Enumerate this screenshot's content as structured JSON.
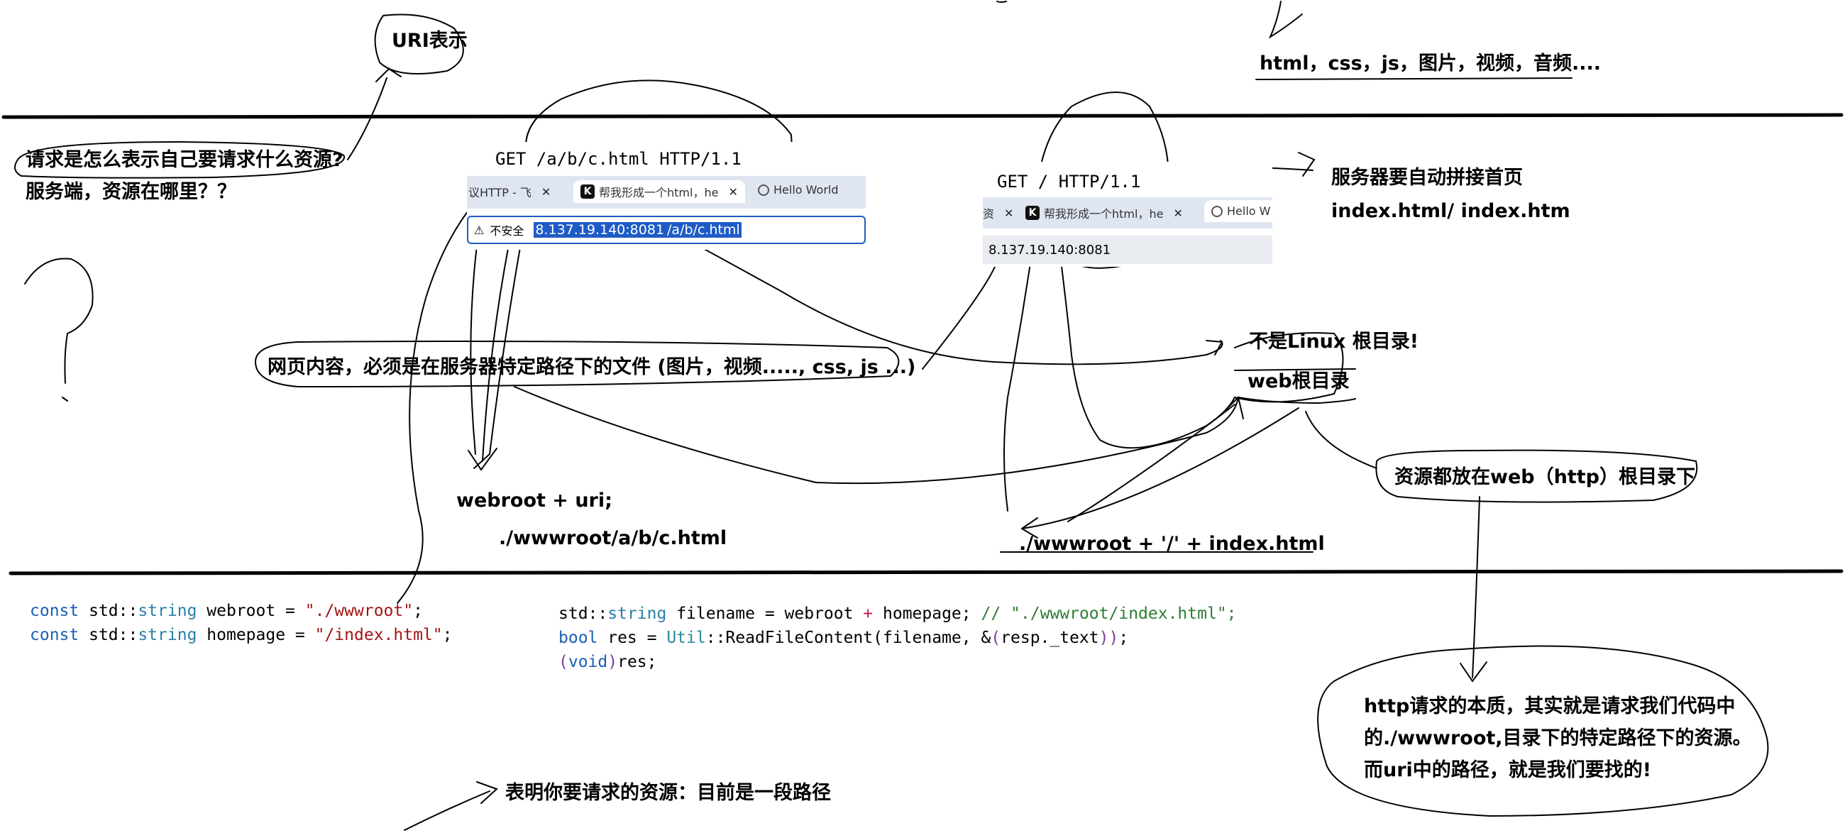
{
  "notes": {
    "uri": "URI表示",
    "question1": "请求是怎么表示自己要请求什么资源?",
    "question2": "服务端，资源在哪里？？",
    "types": "html，css，js，图片，视频，音频....",
    "webcontent": "网页内容，必须是在服务器特定路径下的文件 (图片，视频....., css, js ...)",
    "autojoin1": "服务器要自动拼接首页",
    "autojoin2": "index.html/ index.htm",
    "notlinux": "不是Linux 根目录!",
    "webroot": "web根目录",
    "resources": "资源都放在web（http）根目录下",
    "webroot_uri": "webroot + uri;",
    "path_abc": "./wwwroot/a/b/c.html",
    "path_index": "./wwwroot + '/' + index.html",
    "essence1": "http请求的本质，其实就是请求我们代码中",
    "essence2": "的./wwwroot,目录下的特定路径下的资源。",
    "essence3": "而uri中的路径，就是我们要找的!",
    "request_path": "表明你要请求的资源：目前是一段路径",
    "question_mark": "?"
  },
  "shot1": {
    "request_line": "GET /a/b/c.html HTTP/1.1",
    "tab1": "议HTTP - 飞",
    "tab2": "帮我形成一个html，he",
    "tab3": "Hello World",
    "insecure": "不安全",
    "url_host": "8.137.19.140:8081",
    "url_path": "/a/b/c.html"
  },
  "shot2": {
    "request_line": "GET / HTTP/1.1",
    "tab1": "资",
    "tab2": "帮我形成一个html，he",
    "tab3": "Hello W",
    "url": "8.137.19.140:8081"
  },
  "code_left": {
    "line1": {
      "kw": "const",
      "ns": " std::",
      "ty": "string",
      "name": " webroot = ",
      "str": "\"./wwwroot\"",
      "end": ";"
    },
    "line2": {
      "kw": "const",
      "ns": " std::",
      "ty": "string",
      "name": " homepage = ",
      "str": "\"/index.html\"",
      "end": ";"
    }
  },
  "code_right": {
    "line1": {
      "a": "std::",
      "ty": "string",
      "b": " filename = webroot ",
      "op": "+",
      "c": " homepage; ",
      "cm": "// \"./wwwroot/index.html\";"
    },
    "line2": {
      "kw": "bool",
      "a": " res = ",
      "ut": "Util",
      "b": "::ReadFileContent(filename, &",
      "p1": "(",
      "c": "resp._text",
      "p2": "))",
      "d": ";"
    },
    "line3": {
      "p1": "(",
      "kw": "void",
      "p2": ")",
      "a": "res;"
    }
  },
  "colors": {
    "ink": "#000000",
    "keyword": "#1a5fb4",
    "string": "#a31515",
    "comment": "#2e7d32",
    "selection": "#1e5bc6",
    "tabbar": "#dfe6f2"
  }
}
